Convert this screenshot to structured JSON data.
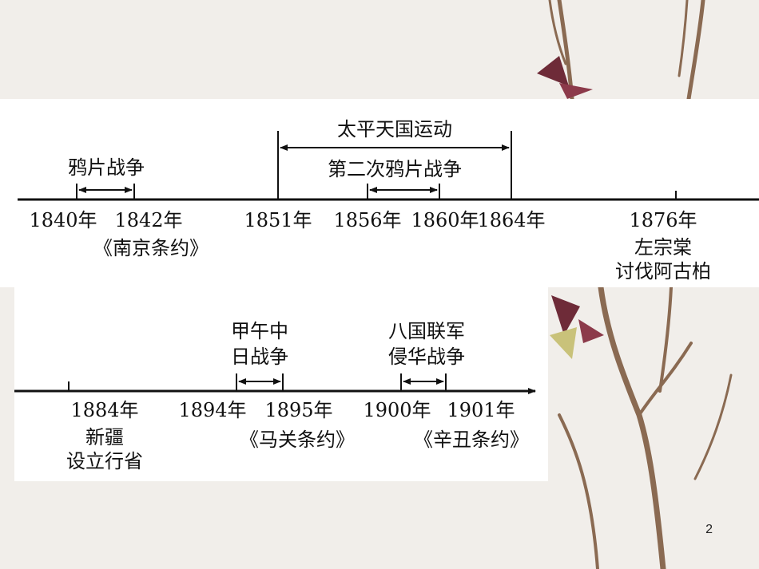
{
  "slide": {
    "page_number": "2"
  },
  "timeline_top": {
    "years": [
      {
        "id": "1840",
        "label": "1840年"
      },
      {
        "id": "1842",
        "label": "1842年"
      },
      {
        "id": "1851",
        "label": "1851年"
      },
      {
        "id": "1856",
        "label": "1856年"
      },
      {
        "id": "1860",
        "label": "1860年"
      },
      {
        "id": "1864",
        "label": "1864年"
      },
      {
        "id": "1876",
        "label": "1876年"
      }
    ],
    "periods": {
      "opium_war": "鸦片战争",
      "taiping": "太平天国运动",
      "second_opium_war": "第二次鸦片战争"
    },
    "notes": {
      "nanjing_treaty": "《南京条约》",
      "zuo_zongtang_1": "左宗棠",
      "zuo_zongtang_2": "讨伐阿古柏"
    }
  },
  "timeline_bottom": {
    "years": [
      {
        "id": "1884",
        "label": "1884年"
      },
      {
        "id": "1894",
        "label": "1894年"
      },
      {
        "id": "1895",
        "label": "1895年"
      },
      {
        "id": "1900",
        "label": "1900年"
      },
      {
        "id": "1901",
        "label": "1901年"
      }
    ],
    "periods": {
      "sino_japanese_1": "甲午中",
      "sino_japanese_2": "日战争",
      "eight_nation_1": "八国联军",
      "eight_nation_2": "侵华战争"
    },
    "notes": {
      "xinjiang_1": "新疆",
      "xinjiang_2": "设立行省",
      "shimonoseki": "《马关条约》",
      "xinchou": "《辛丑条约》"
    }
  }
}
